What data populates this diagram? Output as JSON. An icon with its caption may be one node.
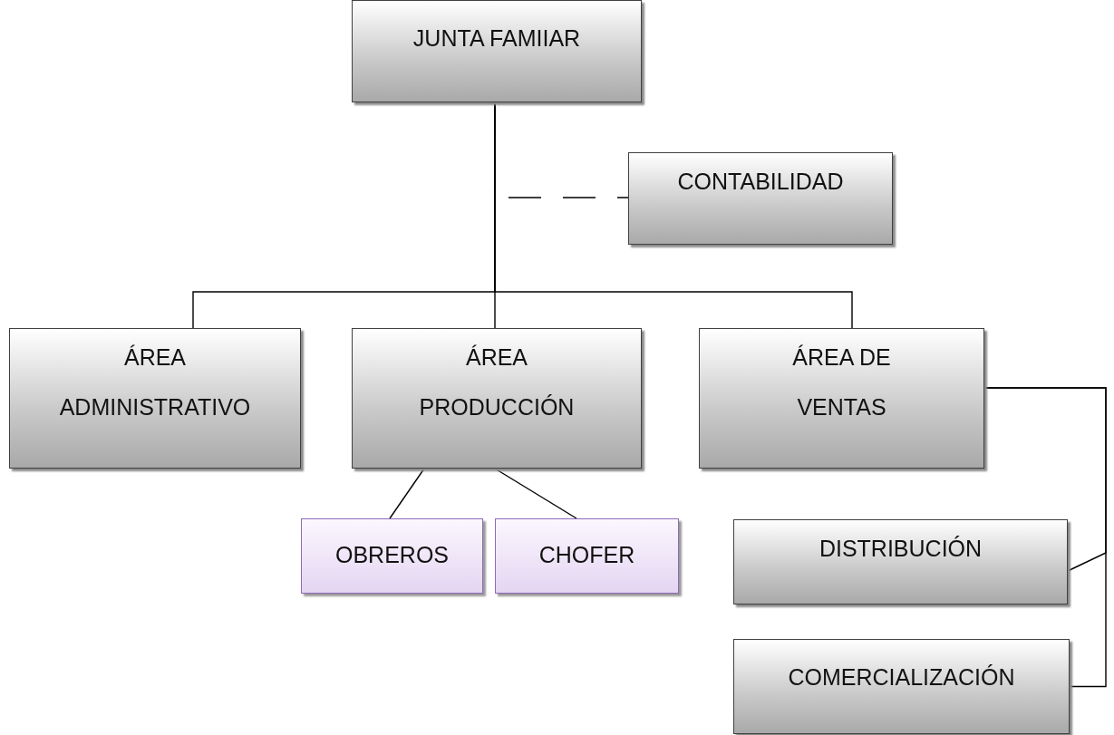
{
  "diagram": {
    "nodes": [
      {
        "text": [
          "JUNTA FAMIIAR"
        ]
      },
      {
        "text": [
          "CONTABILIDAD"
        ]
      },
      {
        "text": [
          "ÁREA ADMINISTRATIVO"
        ]
      },
      {
        "text": [
          "ÁREA PRODUCCIÓN"
        ]
      },
      {
        "text": [
          "ÁREA DE VENTAS"
        ]
      },
      {
        "text": [
          "OBREROS"
        ]
      },
      {
        "text": [
          "CHOFER"
        ]
      },
      {
        "text": [
          "DISTRIBUCIÓN"
        ]
      },
      {
        "text": [
          "COMERCIALIZACIÓN"
        ]
      }
    ],
    "edges": [
      {
        "from": 0,
        "to": 1,
        "arrow": "none",
        "style": "dashed"
      },
      {
        "from": 0,
        "to": 2,
        "arrow": "none"
      },
      {
        "from": 0,
        "to": 3,
        "arrow": "none"
      },
      {
        "from": 0,
        "to": 4,
        "arrow": "none"
      },
      {
        "from": 3,
        "to": 5,
        "arrow": "none"
      },
      {
        "from": 3,
        "to": 6,
        "arrow": "none"
      },
      {
        "from": 4,
        "to": 7,
        "arrow": "none"
      },
      {
        "from": 4,
        "to": 8,
        "arrow": "none"
      }
    ]
  }
}
